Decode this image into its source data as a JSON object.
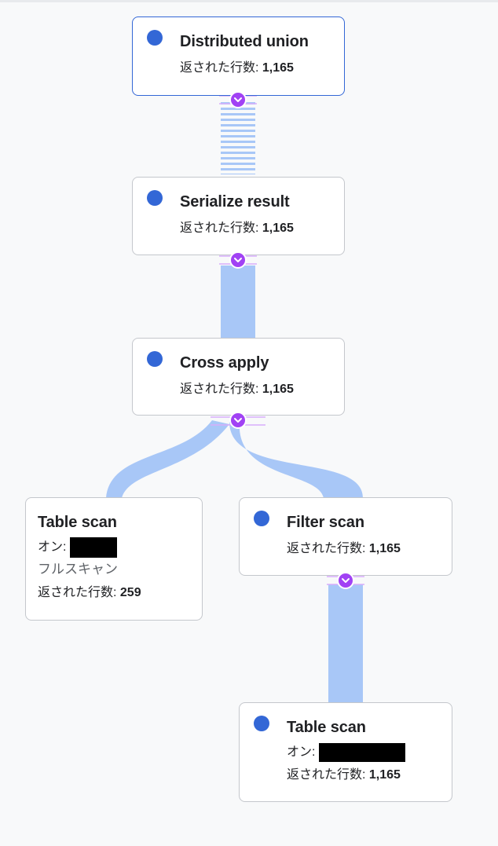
{
  "nodes": {
    "distributed_union": {
      "title": "Distributed union",
      "rows_label": "返された行数:",
      "rows_value": "1,165"
    },
    "serialize_result": {
      "title": "Serialize result",
      "rows_label": "返された行数:",
      "rows_value": "1,165"
    },
    "cross_apply": {
      "title": "Cross apply",
      "rows_label": "返された行数:",
      "rows_value": "1,165"
    },
    "table_scan_left": {
      "title": "Table scan",
      "on_label": "オン:",
      "scan_type": "フルスキャン",
      "rows_label": "返された行数:",
      "rows_value": "259"
    },
    "filter_scan": {
      "title": "Filter scan",
      "rows_label": "返された行数:",
      "rows_value": "1,165"
    },
    "table_scan_bottom": {
      "title": "Table scan",
      "on_label": "オン:",
      "rows_label": "返された行数:",
      "rows_value": "1,165"
    }
  },
  "colors": {
    "accent": "#3367d6",
    "expander": "#a142f4",
    "link": "#a8c7f7",
    "border": "#c4c7cc"
  },
  "icons": {
    "status": "blue-dot-icon",
    "expander": "chevron-down-icon"
  }
}
